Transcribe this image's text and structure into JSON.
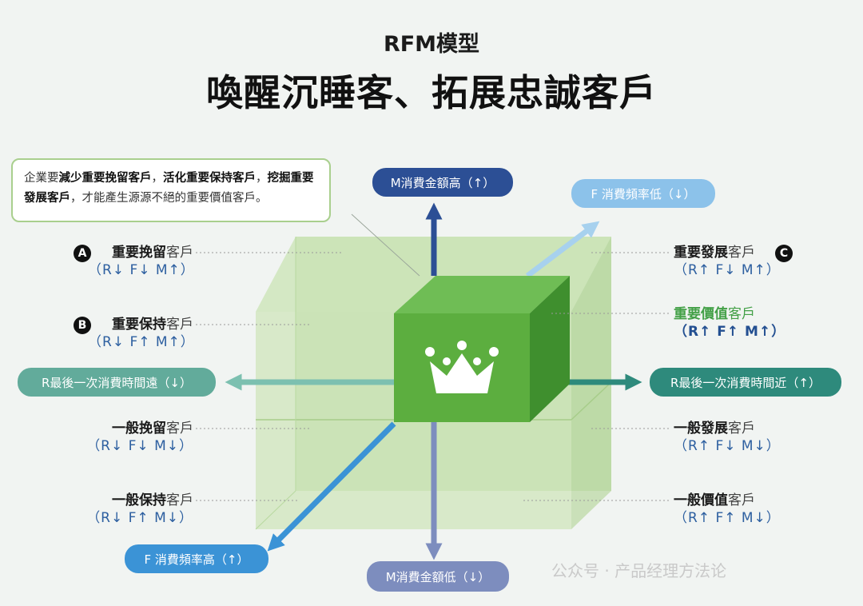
{
  "header": {
    "kicker": "RFM模型",
    "title": "喚醒沉睡客、拓展忠誠客戶"
  },
  "note": {
    "p1": "企業要",
    "b1": "減少重要挽留客戶",
    "p2": "，",
    "b2": "活化重要保持客戶",
    "p3": "，",
    "b3": "挖掘重要發展客戶",
    "p4": "，才能產生源源不絕的重要價值客戶。"
  },
  "axes": {
    "m_high": "M消費金額高（↑）",
    "m_low": "M消費金額低（↓）",
    "f_low": "F 消費頻率低（↓）",
    "f_high": "F 消費頻率高（↑）",
    "r_far": "R最後一次消費時間遠（↓）",
    "r_near": "R最後一次消費時間近（↑）"
  },
  "segments": {
    "a": {
      "badge": "A",
      "name": "重要挽留",
      "suffix": "客戶",
      "code": "（R↓ F↓ M↑）"
    },
    "b": {
      "badge": "B",
      "name": "重要保持",
      "suffix": "客戶",
      "code": "（R↓ F↑ M↑）"
    },
    "c": {
      "badge": "C",
      "name": "重要發展",
      "suffix": "客戶",
      "code": "（R↑ F↓ M↑）"
    },
    "vip": {
      "name": "重要價值",
      "suffix": "客戶",
      "code": "（R↑ F↑ M↑）"
    },
    "gen_keep_low": {
      "name": "一般挽留",
      "suffix": "客戶",
      "code": "（R↓ F↓ M↓）"
    },
    "gen_hold": {
      "name": "一般保持",
      "suffix": "客戶",
      "code": "（R↓ F↑ M↓）"
    },
    "gen_dev": {
      "name": "一般發展",
      "suffix": "客戶",
      "code": "（R↑ F↓ M↓）"
    },
    "gen_value": {
      "name": "一般價值",
      "suffix": "客戶",
      "code": "（R↑ F↑ M↓）"
    }
  },
  "watermark": "公众号 · 产品经理方法论",
  "colors": {
    "cube_green": "#5cae3f",
    "axis_m": "#2c4f95",
    "axis_f": "#3b93d6",
    "axis_r": "#2e8a7c"
  }
}
